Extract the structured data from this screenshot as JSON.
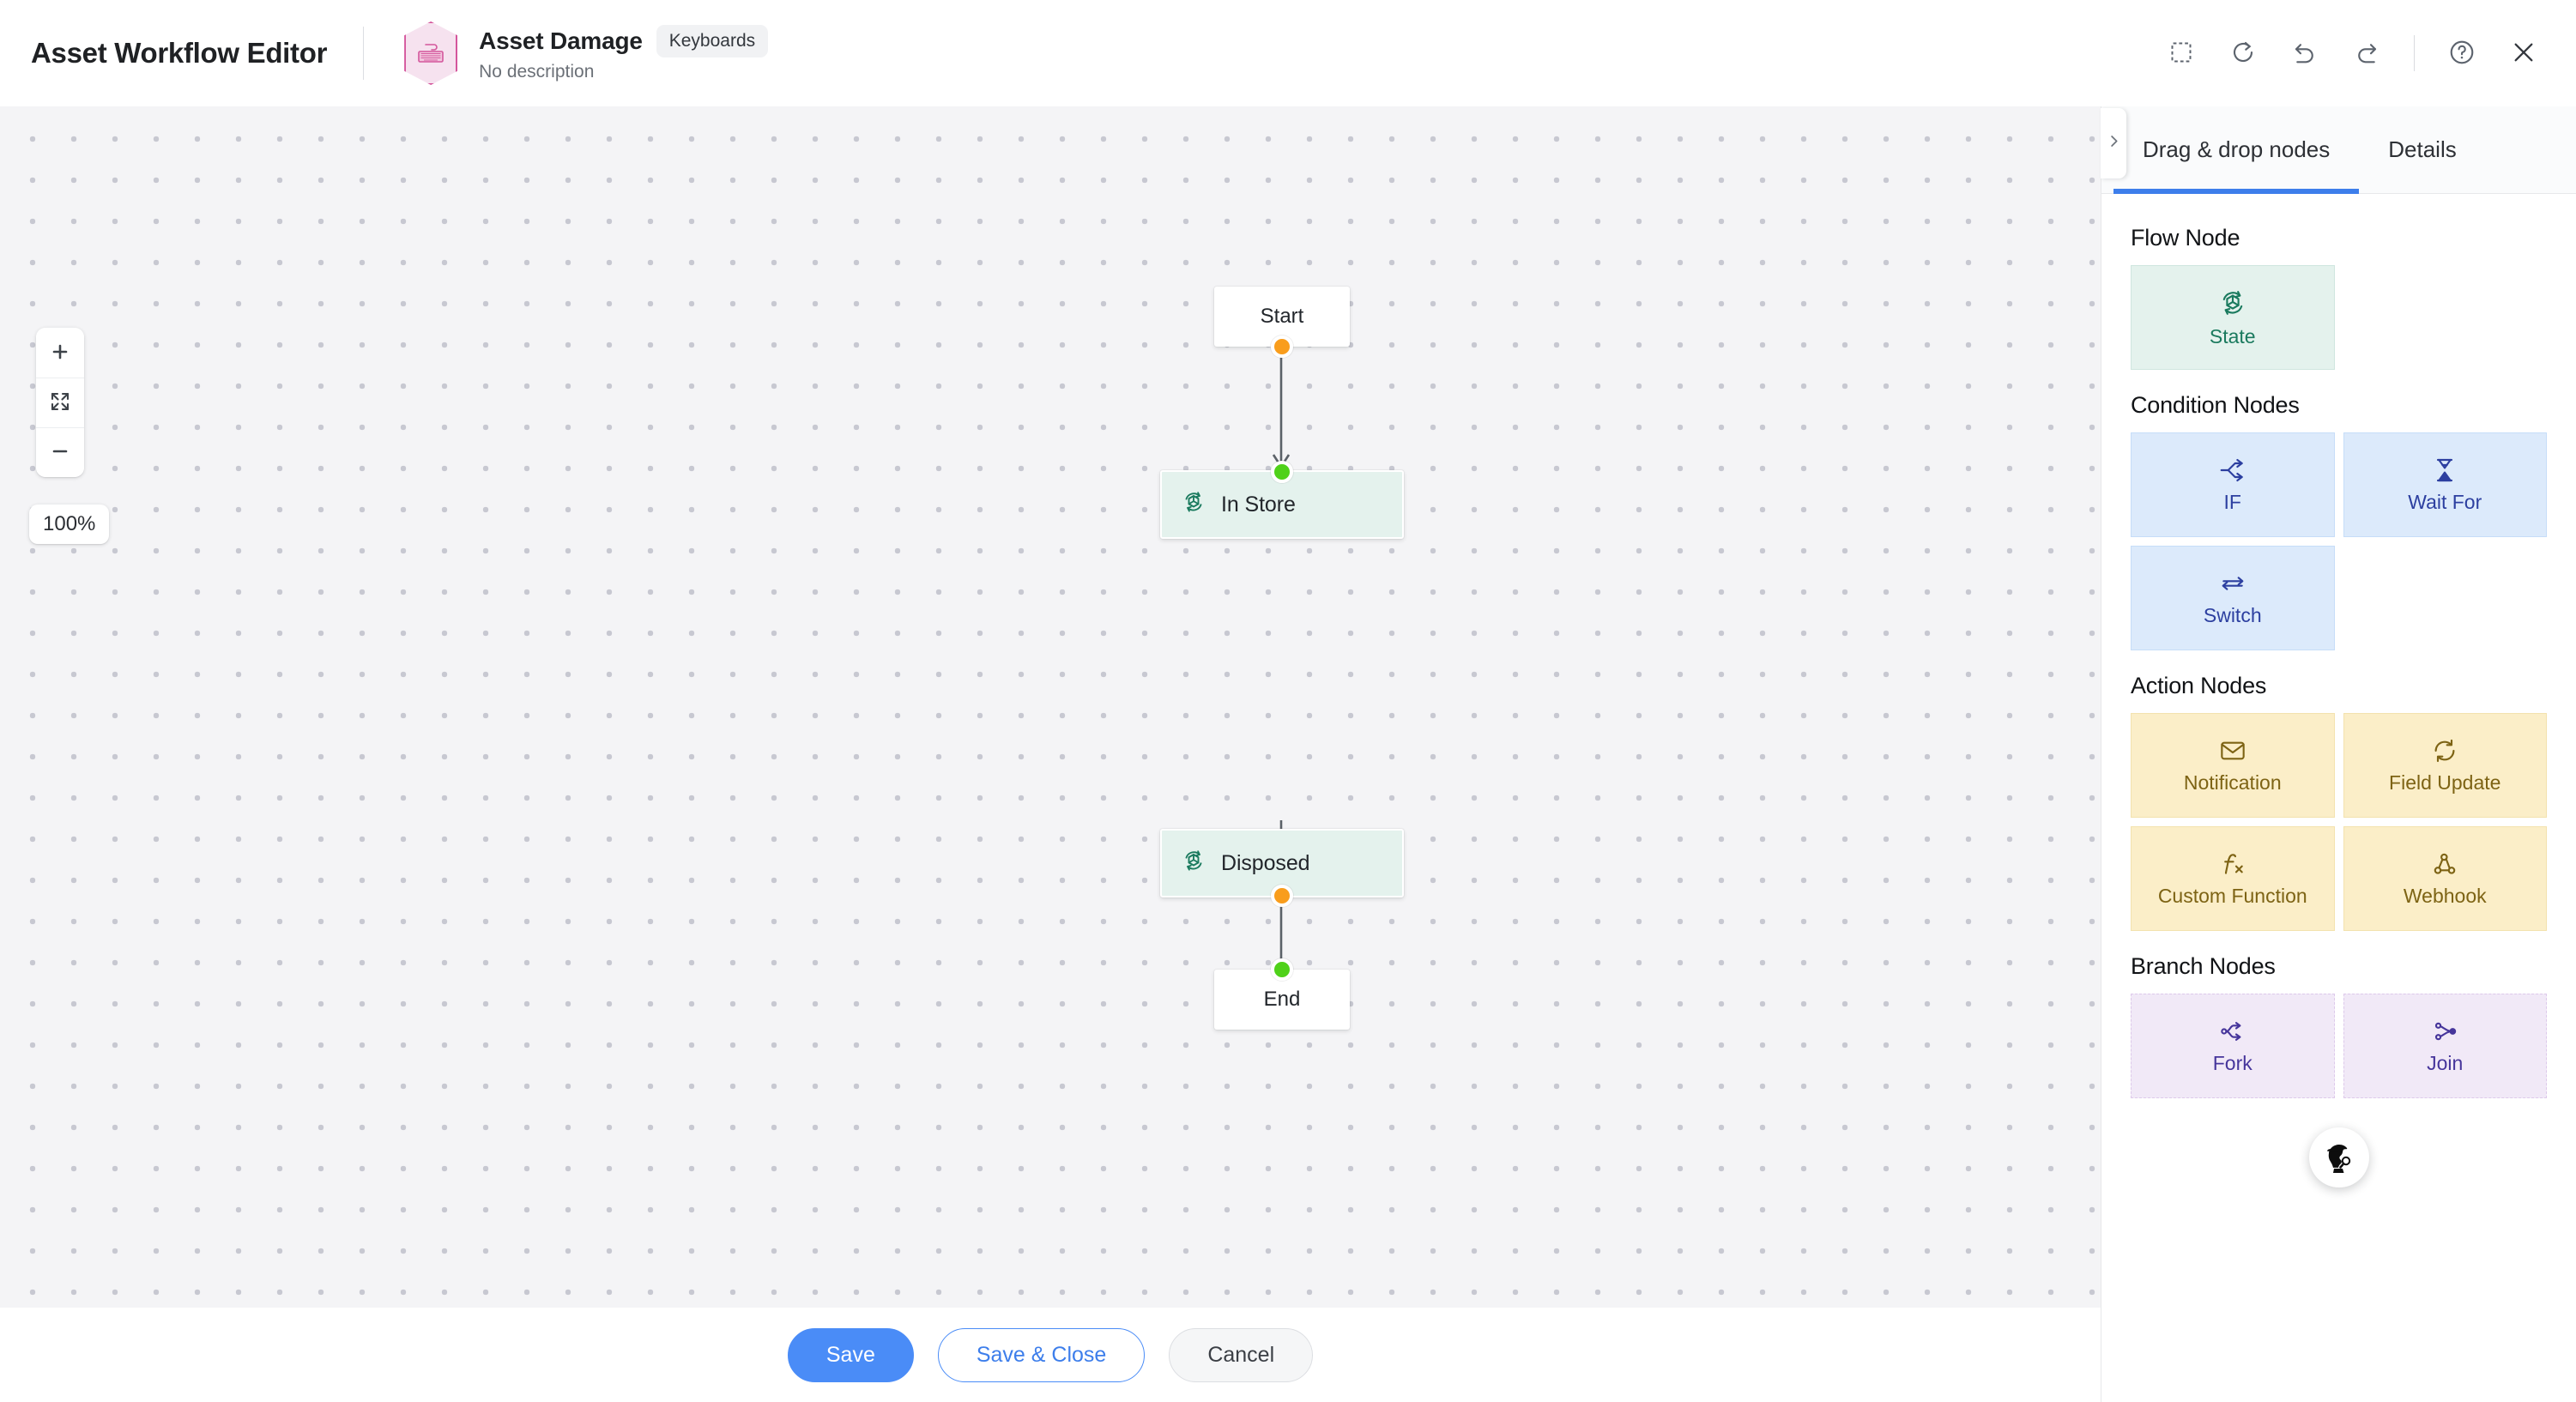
{
  "header": {
    "app_title": "Asset Workflow Editor",
    "workflow_icon": "keyboard-hexagon-icon",
    "workflow_name": "Asset Damage",
    "workflow_badge": "Keyboards",
    "workflow_description": "No description",
    "actions": [
      {
        "name": "select-area-icon",
        "label": "Select area"
      },
      {
        "name": "reset-icon",
        "label": "Reset"
      },
      {
        "name": "undo-icon",
        "label": "Undo"
      },
      {
        "name": "redo-icon",
        "label": "Redo"
      },
      {
        "name": "help-icon",
        "label": "Help"
      },
      {
        "name": "close-icon",
        "label": "Close"
      }
    ]
  },
  "canvas": {
    "zoom_level": "100%",
    "zoom_in_label": "+",
    "zoom_out_label": "−",
    "fit_label": "Fit to screen",
    "nodes": [
      {
        "id": "start",
        "label": "Start",
        "type": "terminal"
      },
      {
        "id": "in-store",
        "label": "In Store",
        "type": "state"
      },
      {
        "id": "disposed",
        "label": "Disposed",
        "type": "state"
      },
      {
        "id": "end",
        "label": "End",
        "type": "terminal"
      }
    ]
  },
  "panel": {
    "collapse_icon": "chevron-right-icon",
    "tabs": [
      {
        "label": "Drag & drop nodes",
        "active": true
      },
      {
        "label": "Details",
        "active": false
      }
    ],
    "sections": [
      {
        "title": "Flow Node",
        "style": "flow",
        "items": [
          {
            "label": "State",
            "icon": "state-cube-icon"
          }
        ]
      },
      {
        "title": "Condition Nodes",
        "style": "cond",
        "items": [
          {
            "label": "IF",
            "icon": "branch-arrows-icon"
          },
          {
            "label": "Wait For",
            "icon": "hourglass-icon"
          },
          {
            "label": "Switch",
            "icon": "switch-arrows-icon"
          }
        ]
      },
      {
        "title": "Action Nodes",
        "style": "action",
        "items": [
          {
            "label": "Notification",
            "icon": "envelope-icon"
          },
          {
            "label": "Field Update",
            "icon": "refresh-icon"
          },
          {
            "label": "Custom Function",
            "icon": "function-fx-icon"
          },
          {
            "label": "Webhook",
            "icon": "webhook-icon"
          }
        ]
      },
      {
        "title": "Branch Nodes",
        "style": "branch",
        "items": [
          {
            "label": "Fork",
            "icon": "fork-icon"
          },
          {
            "label": "Join",
            "icon": "join-icon"
          }
        ]
      }
    ],
    "avatar_icon": "detective-avatar-icon"
  },
  "footer": {
    "save_label": "Save",
    "save_close_label": "Save & Close",
    "cancel_label": "Cancel"
  },
  "colors": {
    "accent_blue": "#4a8cf7",
    "tab_underline": "#3d7eeb",
    "state_green": "#1a7a5e",
    "state_bg": "#e4f2ed",
    "condition_blue": "#2c3fa0",
    "condition_bg": "#dceafb",
    "action_gold": "#7d6314",
    "action_bg": "#fbeec8",
    "branch_purple": "#46359b",
    "branch_bg": "#f1e9f7",
    "port_out_orange": "#f99d1c",
    "port_in_green": "#4fd119",
    "brand_pink": "#d4569c",
    "canvas_bg": "#f4f4f6"
  }
}
